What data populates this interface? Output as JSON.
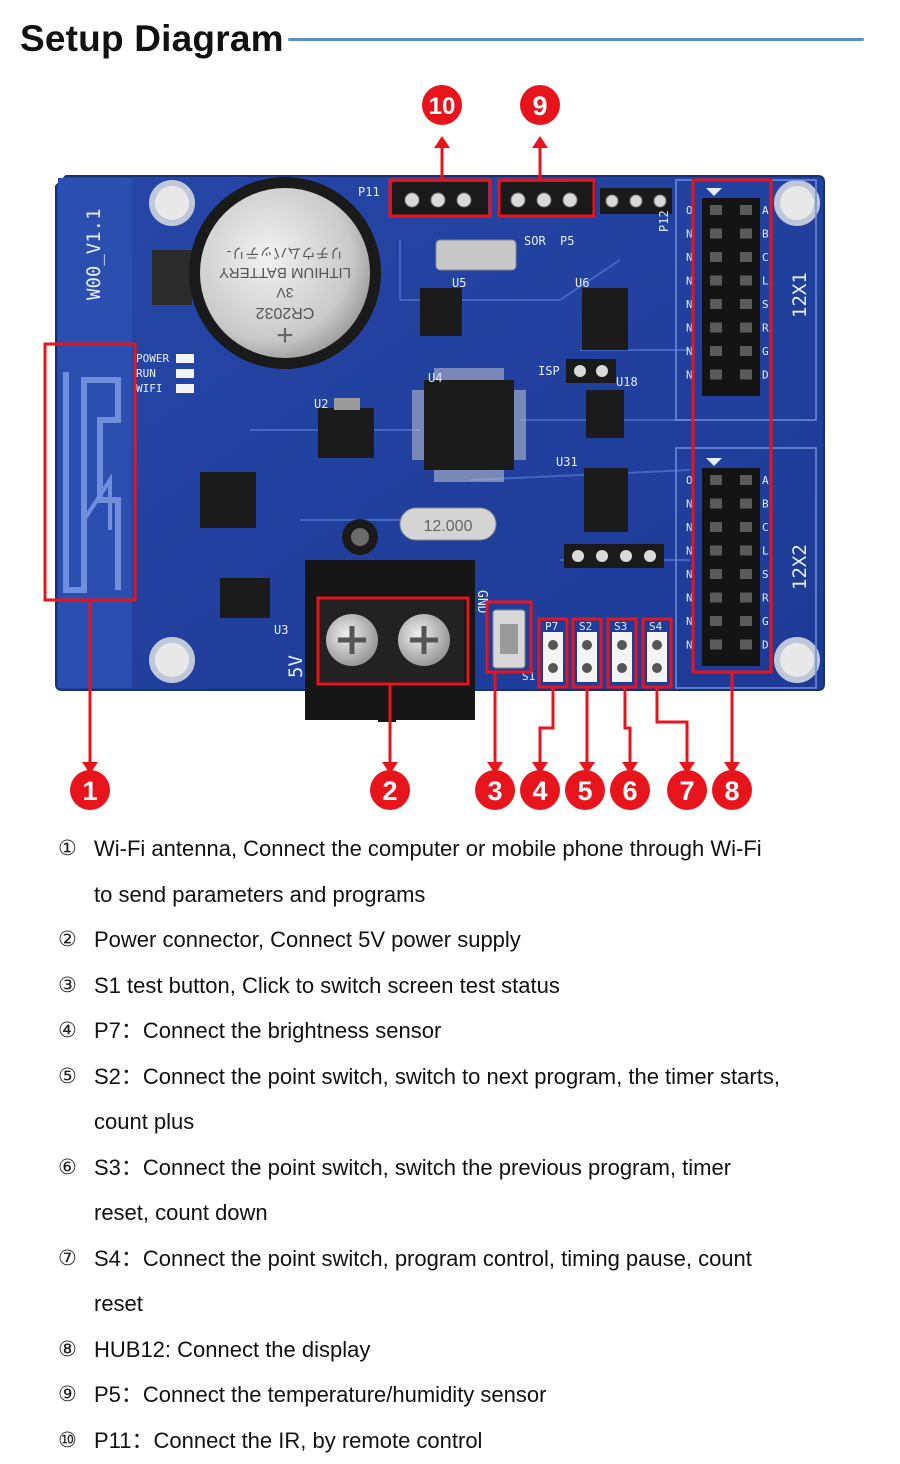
{
  "title": "Setup Diagram",
  "board": {
    "model": "W00_V1.1",
    "battery_lines": [
      "CR2032",
      "3V",
      "LITHIUM BATTERY",
      "リチウムバッテリ-"
    ],
    "label_12x1": "12X1",
    "label_12x2": "12X2",
    "label_5v": "5V",
    "label_gnd": "GND",
    "label_p11": "P11",
    "label_p5": "P5",
    "label_p12": "P12",
    "label_sensor": "SOR",
    "label_isp": "ISP",
    "label_power": "POWER",
    "label_run": "RUN",
    "label_wifi": "WIFI",
    "label_p7": "P7",
    "label_s2": "S2",
    "label_s3": "S3",
    "label_s4": "S4",
    "label_s1": "S1",
    "label_u2": "U2",
    "label_u3": "U3",
    "label_u4": "U4",
    "label_u5": "U5",
    "label_u6": "U6",
    "label_u18": "U18",
    "label_u31": "U31",
    "label_crystal": "12.000",
    "hub_left_1": [
      "O",
      "N",
      "N",
      "N",
      "N",
      "N",
      "N",
      "N"
    ],
    "hub_right_1": [
      "A",
      "B",
      "C",
      "L",
      "S",
      "R",
      "G",
      "D"
    ],
    "hub_left_2": [
      "O",
      "N",
      "N",
      "N",
      "N",
      "N",
      "N",
      "N"
    ],
    "hub_right_2": [
      "A",
      "B",
      "C",
      "L",
      "S",
      "R",
      "G",
      "D"
    ]
  },
  "callouts": {
    "badges": [
      "1",
      "2",
      "3",
      "4",
      "5",
      "6",
      "7",
      "8",
      "9",
      "10"
    ],
    "color": "#e8141b"
  },
  "items": [
    {
      "num": "①",
      "text": "Wi-Fi antenna, Connect the computer or mobile phone through Wi-Fi"
    },
    {
      "num": "",
      "text": "to send parameters and programs"
    },
    {
      "num": "②",
      "text": "Power connector, Connect 5V power supply"
    },
    {
      "num": "③",
      "text": "S1 test button, Click to switch screen test status"
    },
    {
      "num": "④",
      "text": "P7：Connect the brightness sensor"
    },
    {
      "num": "⑤",
      "text": "S2：Connect the point switch, switch to next program, the timer starts,"
    },
    {
      "num": "",
      "text": "count plus"
    },
    {
      "num": "⑥",
      "text": "S3：Connect the point switch, switch the previous program, timer"
    },
    {
      "num": "",
      "text": "reset, count down"
    },
    {
      "num": "⑦",
      "text": "S4：Connect the point switch, program control, timing pause, count"
    },
    {
      "num": "",
      "text": "reset"
    },
    {
      "num": "⑧",
      "text": "HUB12: Connect the display"
    },
    {
      "num": "⑨",
      "text": "P5：Connect the temperature/humidity sensor"
    },
    {
      "num": "⑩",
      "text": "P11：Connect the IR, by remote control"
    }
  ]
}
